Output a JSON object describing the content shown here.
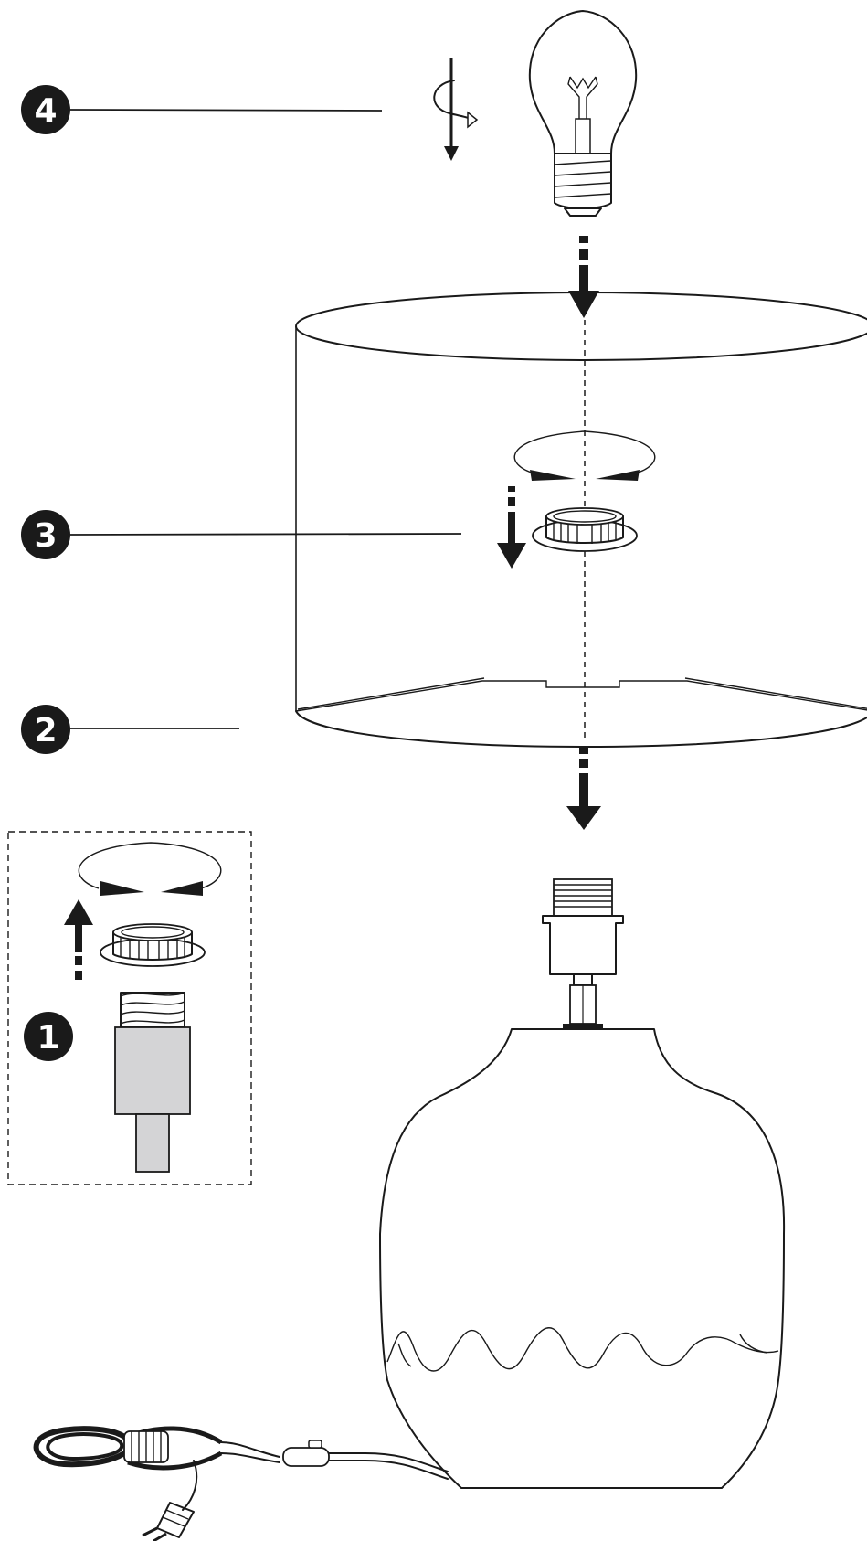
{
  "steps": [
    {
      "id": "step-1",
      "number": "1"
    },
    {
      "id": "step-2",
      "number": "2"
    },
    {
      "id": "step-3",
      "number": "3"
    },
    {
      "id": "step-4",
      "number": "4"
    }
  ],
  "icons": [
    "light-bulb-icon",
    "screw-rotation-icon",
    "lamp-shade-icon",
    "shade-ring-icon",
    "lamp-socket-icon",
    "lamp-base-icon",
    "power-cord-icon",
    "plug-icon",
    "inline-switch-icon"
  ],
  "colors": {
    "line": "#1a1a1a",
    "fill_grey": "#d4d4d6",
    "badge": "#1a1a1a"
  }
}
